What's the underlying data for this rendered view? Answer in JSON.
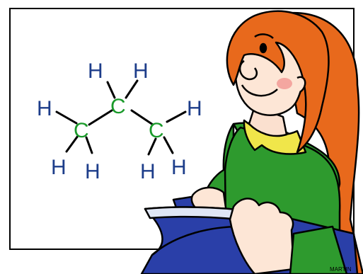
{
  "molecule": {
    "carbon_label": "C",
    "hydrogen_label": "H",
    "carbon_color": "#1a9a2a",
    "hydrogen_color": "#1d3d8a"
  },
  "character": {
    "hair_color": "#e8691c",
    "sweater_color": "#2e9a2e",
    "collar_color": "#f0e64a",
    "book_color": "#2a3fa8"
  },
  "credit": "MARTIN"
}
